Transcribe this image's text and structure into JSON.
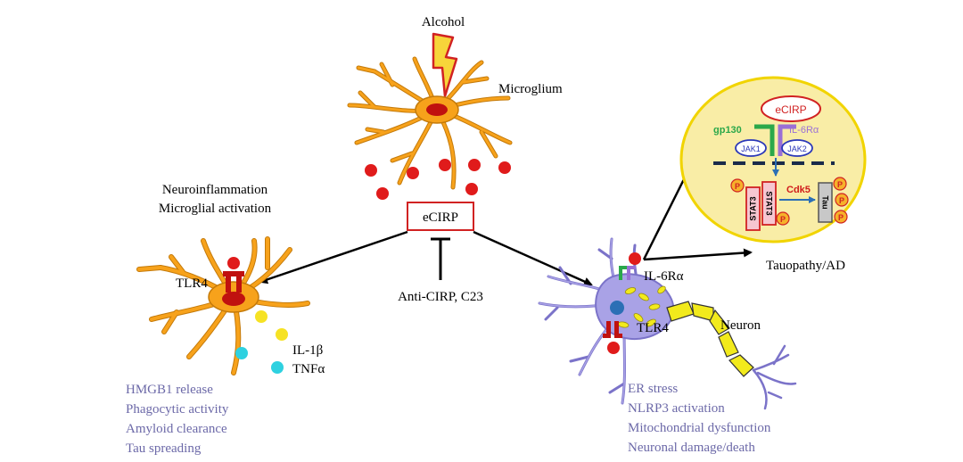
{
  "labels": {
    "alcohol": "Alcohol",
    "microglium": "Microglium",
    "neuroinflammation_1": "Neuroinflammation",
    "neuroinflammation_2": "Microglial activation",
    "ecirp_box": "eCIRP",
    "anti_cirp": "Anti-CIRP, C23",
    "tlr4_microglia": "TLR4",
    "il1b": "IL-1β",
    "tnfa": "TNFα",
    "il6ra_neuron": "IL-6Rα",
    "tlr4_neuron": "TLR4",
    "neuron": "Neuron",
    "tauopathy": "Tauopathy/AD"
  },
  "microglia_effects": [
    "HMGB1 release",
    "Phagocytic activity",
    "Amyloid clearance",
    "Tau spreading"
  ],
  "neuron_effects": [
    "ER stress",
    "NLRP3 activation",
    "Mitochondrial dysfunction",
    "Neuronal damage/death"
  ],
  "inset": {
    "ecirp": "eCIRP",
    "gp130": "gp130",
    "il6ra": "IL-6Rα",
    "jak1": "JAK1",
    "jak2": "JAK2",
    "stat3": "STAT3",
    "cdk5": "Cdk5",
    "tau": "Tau",
    "p": "P"
  },
  "colors": {
    "microglia": "#F7A21B",
    "microglia_outline": "#C47A0A",
    "nucleus": "#C0110F",
    "ecirp_dot": "#E01B1B",
    "neuron_body": "#A9A2E6",
    "neuron_outline": "#7B73C9",
    "axon": "#F2EA1C",
    "inset_fill": "#F9EDA6",
    "inset_border": "#F1D400",
    "effect_text": "#6C69A8",
    "gp130": "#2BA84A",
    "il6ra": "#9A70D6",
    "jak": "#2A37B8",
    "cdk5": "#D01C1C",
    "stat3_fill": "#F6C6D1",
    "p_fill": "#F6B12A"
  }
}
